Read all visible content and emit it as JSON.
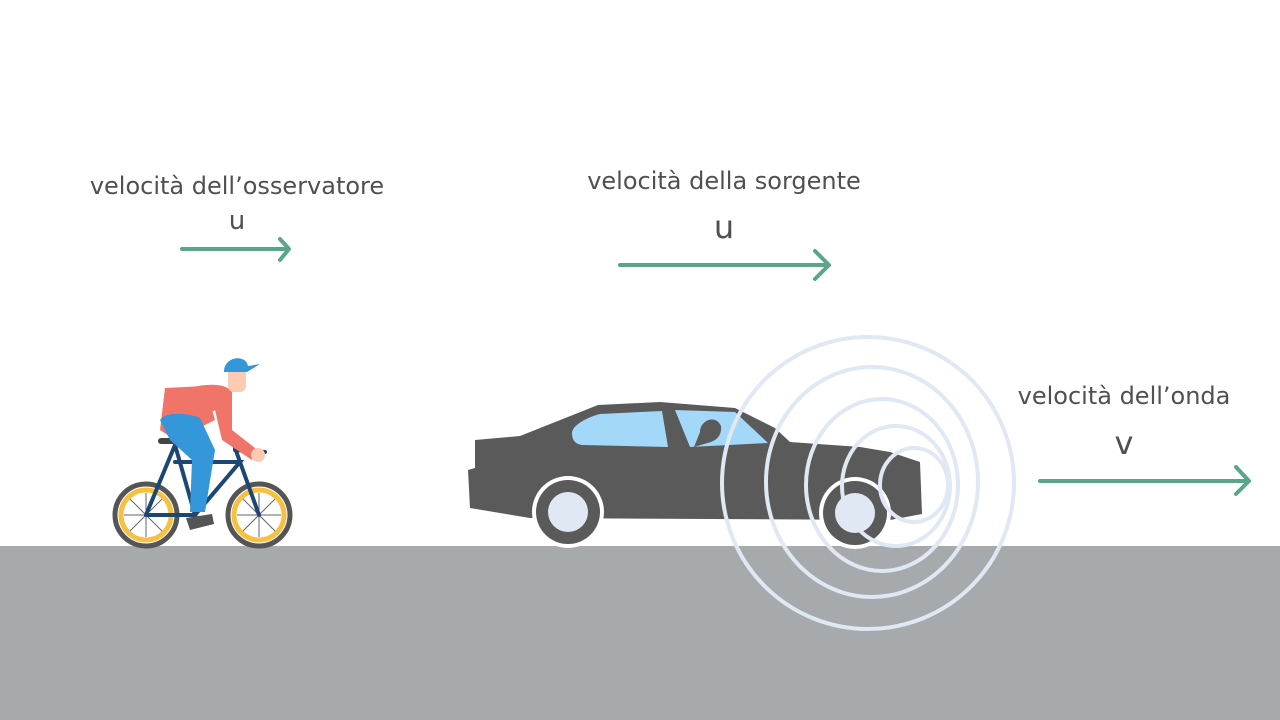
{
  "observer": {
    "label": "velocità dell’osservatore",
    "symbol": "u"
  },
  "source": {
    "label": "velocità della sorgente",
    "symbol": "u"
  },
  "wave": {
    "label": "velocità dell’onda",
    "symbol": "v"
  },
  "colors": {
    "arrow": "#5ba68a",
    "ground": "#a6aaad",
    "car": "#5a5a5a",
    "window": "#a3d8f9",
    "wave": "#dfe8f3",
    "shirt": "#f07468",
    "jeans": "#3397da",
    "wheel": "#f6c143",
    "frame": "#1d4773"
  }
}
